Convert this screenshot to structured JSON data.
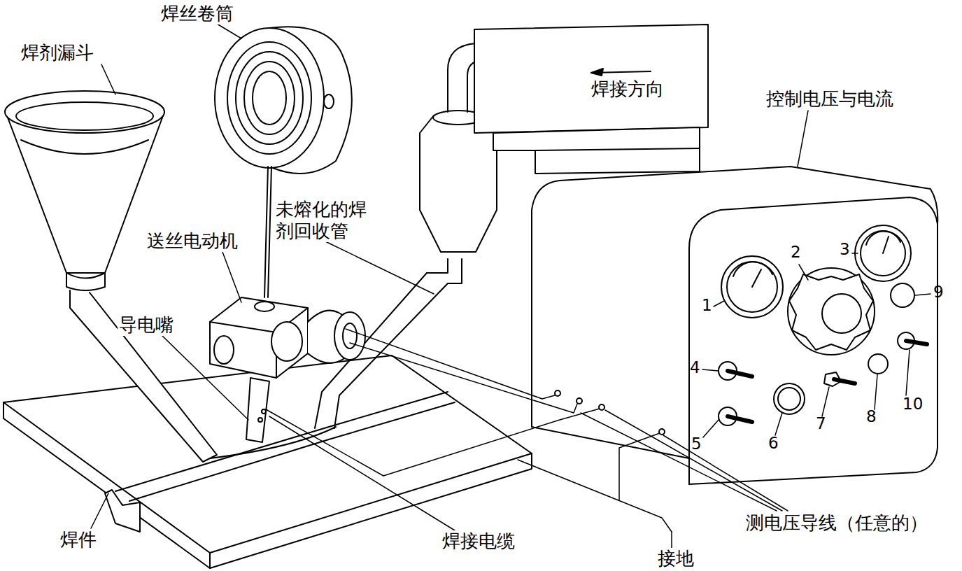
{
  "diagram": {
    "labels": [
      "焊剂漏斗",
      "焊丝卷筒",
      "焊接方向",
      "控制电压与电流",
      "未熔化的焊 剂回收管",
      "送丝电动机",
      "导电嘴",
      "1",
      "2",
      "3",
      "9",
      "4",
      "10",
      "8",
      "7",
      "6",
      "5",
      "测电压导线（任意的）",
      "焊件",
      "焊接电缆",
      "接地"
    ]
  }
}
